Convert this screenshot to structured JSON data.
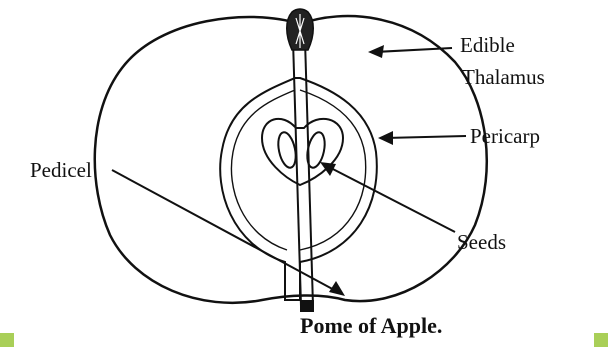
{
  "labels": {
    "edible": "Edible",
    "thalamus": "Thalamus",
    "pericarp": "Pericarp",
    "pedicel": "Pedicel",
    "seeds": "Seeds"
  },
  "caption": "Pome of Apple.",
  "colors": {
    "ink": "#111111",
    "accent_square": "#a9cf58"
  }
}
